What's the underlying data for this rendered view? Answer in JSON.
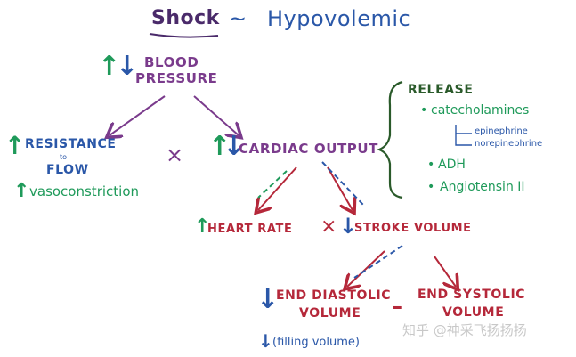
{
  "title": {
    "shock": "Shock",
    "separator": "~",
    "subtype": "Hypovolemic"
  },
  "nodes": {
    "blood_pressure": {
      "line1": "BLOOD",
      "line2": "PRESSURE"
    },
    "resistance": {
      "line1": "RESISTANCE",
      "line2": "to",
      "line3": "FLOW"
    },
    "vasoconstriction": "vasoconstriction",
    "multiply_1": "×",
    "cardiac_output": "CARDIAC OUTPUT",
    "heart_rate": "HEART RATE",
    "multiply_2": "×",
    "stroke_volume": "STROKE VOLUME",
    "end_diastolic": {
      "line1": "END DIASTOLIC",
      "line2": "VOLUME"
    },
    "minus": "–",
    "end_systolic": {
      "line1": "END SYSTOLIC",
      "line2": "VOLUME"
    },
    "filling_volume": "(filling volume)"
  },
  "release": {
    "heading": "RELEASE",
    "items": [
      {
        "label": "catecholamines"
      },
      {
        "label": "epinephrine"
      },
      {
        "label": "norepinephrine"
      },
      {
        "label": "ADH"
      },
      {
        "label": "Angiotensin II"
      }
    ]
  },
  "watermark": "知乎 @神采飞扬扬扬",
  "colors": {
    "purple": "#7a3b8c",
    "dark_purple": "#4a2a6a",
    "blue": "#2a57a8",
    "green": "#1f9a5a",
    "red": "#b5283a",
    "dark_green": "#2a5a2a",
    "watermark": "#c8c8c8"
  }
}
